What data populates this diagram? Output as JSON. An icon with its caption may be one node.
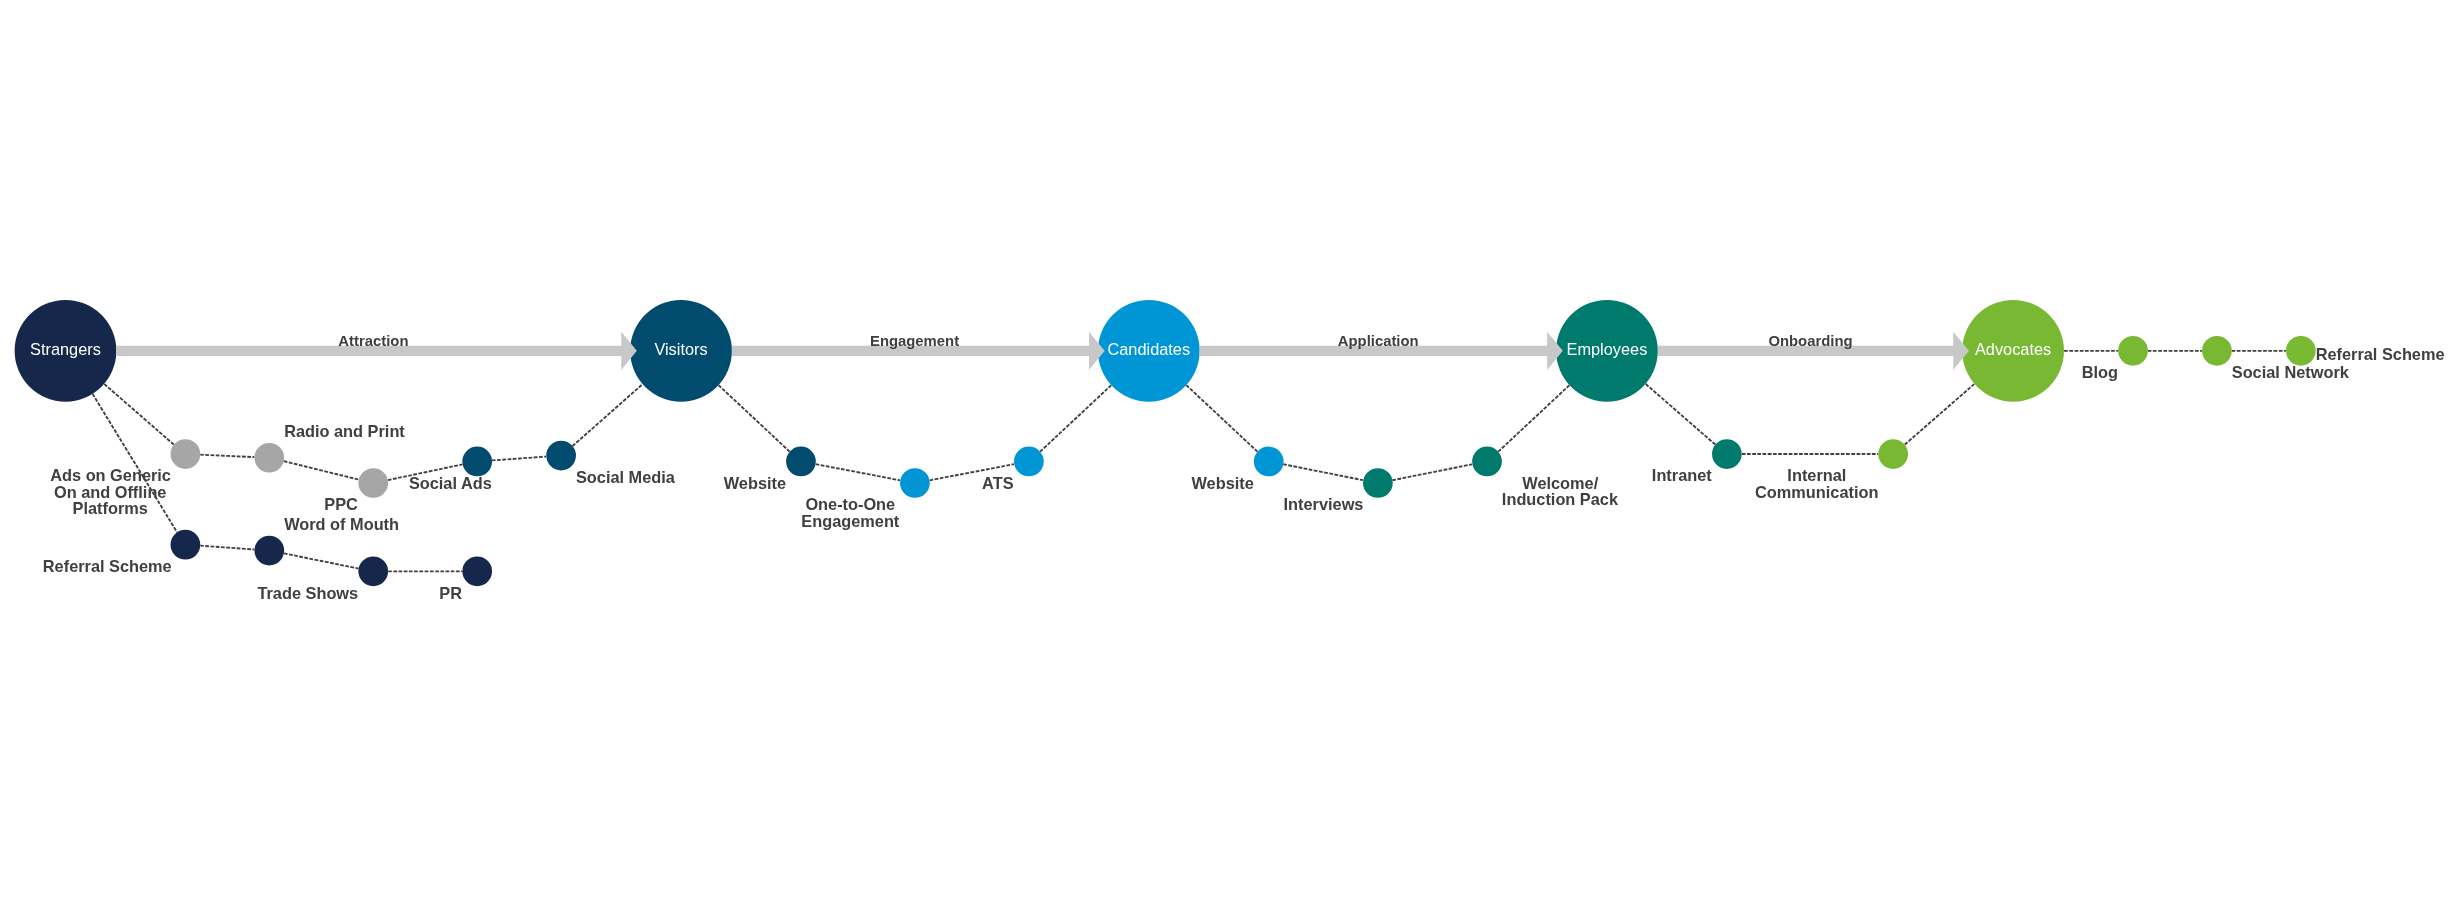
{
  "diagram": {
    "nodes": [
      {
        "text": [
          "Strangers"
        ]
      },
      {
        "text": [
          "Visitors"
        ]
      },
      {
        "text": [
          "Candidates"
        ]
      },
      {
        "text": [
          "Employees"
        ]
      },
      {
        "text": [
          "Advocates"
        ]
      },
      {
        "text": [],
        "shape": "circle",
        "beside": [
          "Ads on Generic On and Offline Platforms"
        ]
      },
      {
        "text": [],
        "shape": "circle",
        "beside": [
          "Radio and Print"
        ]
      },
      {
        "text": [],
        "shape": "circle",
        "beside": [
          "PPC"
        ]
      },
      {
        "text": [],
        "shape": "circle",
        "beside": [
          "Social Ads"
        ]
      },
      {
        "text": [],
        "shape": "circle",
        "beside": [
          "Social Media"
        ]
      },
      {
        "text": [],
        "shape": "circle",
        "beside": [
          "Referral Scheme"
        ]
      },
      {
        "text": [],
        "shape": "circle",
        "beside": [
          "Word of Mouth"
        ]
      },
      {
        "text": [],
        "shape": "circle",
        "beside": [
          "Trade Shows"
        ]
      },
      {
        "text": [],
        "shape": "circle",
        "beside": [
          "PR"
        ]
      },
      {
        "text": [],
        "shape": "circle",
        "beside": [
          "Website"
        ]
      },
      {
        "text": [],
        "shape": "circle",
        "beside": [
          "One-to-One Engagement"
        ]
      },
      {
        "text": [],
        "shape": "circle",
        "beside": [
          "ATS"
        ]
      },
      {
        "text": [],
        "shape": "circle",
        "beside": [
          "Website"
        ]
      },
      {
        "text": [],
        "shape": "circle",
        "beside": [
          "Interviews"
        ]
      },
      {
        "text": [],
        "shape": "circle",
        "beside": [
          "Welcome/ Induction Pack"
        ]
      },
      {
        "text": [],
        "shape": "circle",
        "beside": [
          "Intranet"
        ]
      },
      {
        "text": [],
        "shape": "circle",
        "beside": [
          "Internal Communication"
        ]
      },
      {
        "text": [],
        "shape": "circle",
        "beside": [
          "Blog"
        ]
      },
      {
        "text": [],
        "shape": "circle",
        "beside": [
          "Social Network"
        ]
      },
      {
        "text": [],
        "shape": "circle",
        "beside": [
          "Referral Scheme"
        ]
      }
    ],
    "edges": [
      {
        "from": 0,
        "to": 1,
        "arrow": "to",
        "label": "Attraction",
        "style": "thick",
        "color": "#c8c8c8"
      },
      {
        "from": 1,
        "to": 2,
        "arrow": "to",
        "label": "Engagement",
        "style": "thick",
        "color": "#c8c8c8"
      },
      {
        "from": 2,
        "to": 3,
        "arrow": "to",
        "label": "Application",
        "style": "thick",
        "color": "#c8c8c8"
      },
      {
        "from": 3,
        "to": 4,
        "arrow": "to",
        "label": "Onboarding",
        "style": "thick",
        "color": "#c8c8c8"
      },
      {
        "from": 0,
        "to": 5,
        "arrow": "none",
        "style": "dashed"
      },
      {
        "from": 5,
        "to": 6,
        "arrow": "none",
        "style": "dashed"
      },
      {
        "from": 6,
        "to": 7,
        "arrow": "none",
        "style": "dashed"
      },
      {
        "from": 7,
        "to": 8,
        "arrow": "none",
        "style": "dashed"
      },
      {
        "from": 8,
        "to": 9,
        "arrow": "none",
        "style": "dashed"
      },
      {
        "from": 9,
        "to": 1,
        "arrow": "none",
        "style": "dashed"
      },
      {
        "from": 0,
        "to": 10,
        "arrow": "none",
        "style": "dashed"
      },
      {
        "from": 10,
        "to": 11,
        "arrow": "none",
        "style": "dashed"
      },
      {
        "from": 11,
        "to": 12,
        "arrow": "none",
        "style": "dashed"
      },
      {
        "from": 12,
        "to": 13,
        "arrow": "none",
        "style": "dashed"
      },
      {
        "from": 1,
        "to": 14,
        "arrow": "none",
        "style": "dashed"
      },
      {
        "from": 14,
        "to": 15,
        "arrow": "none",
        "style": "dashed"
      },
      {
        "from": 15,
        "to": 16,
        "arrow": "none",
        "style": "dashed"
      },
      {
        "from": 16,
        "to": 2,
        "arrow": "none",
        "style": "dashed"
      },
      {
        "from": 2,
        "to": 17,
        "arrow": "none",
        "style": "dashed"
      },
      {
        "from": 17,
        "to": 18,
        "arrow": "none",
        "style": "dashed"
      },
      {
        "from": 18,
        "to": 19,
        "arrow": "none",
        "style": "dashed"
      },
      {
        "from": 19,
        "to": 3,
        "arrow": "none",
        "style": "dashed"
      },
      {
        "from": 3,
        "to": 20,
        "arrow": "none",
        "style": "dashed"
      },
      {
        "from": 20,
        "to": 21,
        "arrow": "none",
        "style": "dashed"
      },
      {
        "from": 21,
        "to": 4,
        "arrow": "none",
        "style": "dashed"
      },
      {
        "from": 4,
        "to": 22,
        "arrow": "none",
        "style": "dashed"
      },
      {
        "from": 22,
        "to": 23,
        "arrow": "none",
        "style": "dashed"
      },
      {
        "from": 23,
        "to": 24,
        "arrow": "none",
        "style": "dashed"
      }
    ]
  }
}
